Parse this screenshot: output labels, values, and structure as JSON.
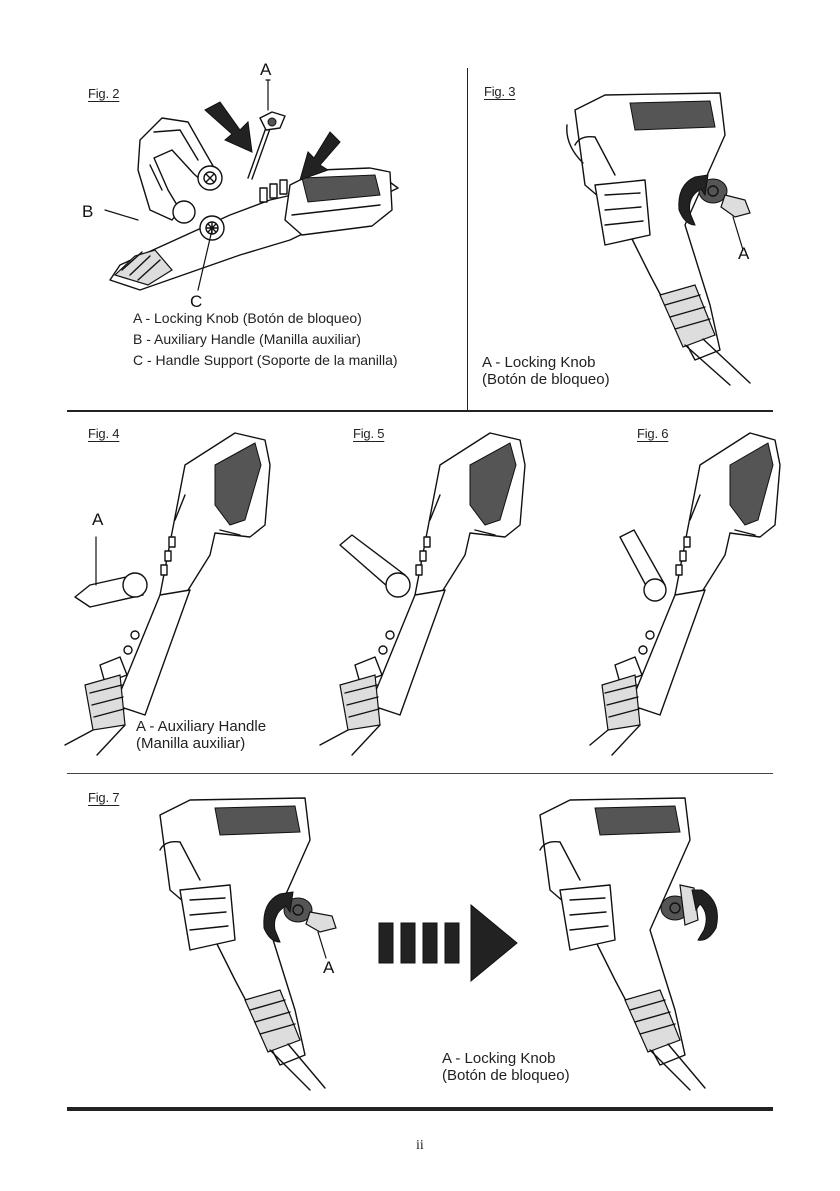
{
  "figures": {
    "fig2": {
      "label": "Fig. 2",
      "callouts": {
        "a": "A",
        "b": "B",
        "c": "C"
      },
      "legend": [
        "A - Locking Knob (Botón de bloqueo)",
        "B - Auxiliary Handle (Manilla auxiliar)",
        "C - Handle Support (Soporte de la manilla)"
      ]
    },
    "fig3": {
      "label": "Fig. 3",
      "callouts": {
        "a": "A"
      },
      "legend": [
        "A - Locking Knob",
        "(Botón de bloqueo)"
      ]
    },
    "fig4": {
      "label": "Fig. 4",
      "callouts": {
        "a": "A"
      },
      "legend": [
        "A - Auxiliary Handle",
        "(Manilla auxiliar)"
      ]
    },
    "fig5": {
      "label": "Fig. 5"
    },
    "fig6": {
      "label": "Fig. 6"
    },
    "fig7": {
      "label": "Fig. 7",
      "callouts": {
        "a": "A"
      },
      "legend": [
        "A - Locking Knob",
        "(Botón de bloqueo)"
      ]
    }
  },
  "page_number": "ii"
}
